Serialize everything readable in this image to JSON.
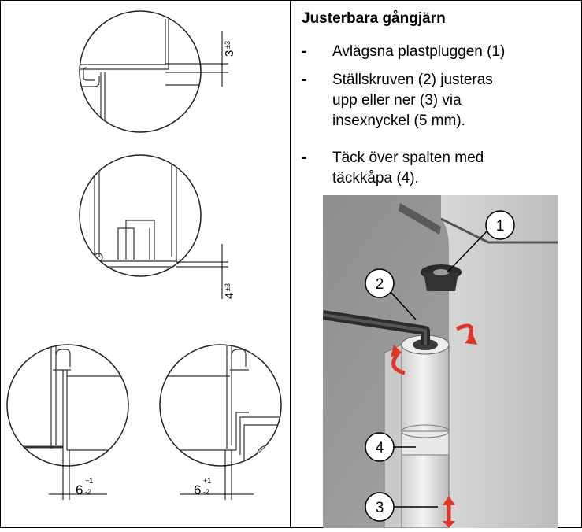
{
  "instructions": {
    "title": "Justerbara gångjärn",
    "bullets": [
      {
        "dash": "-",
        "lines": [
          "Avlägsna plastpluggen (1)"
        ]
      },
      {
        "dash": "-",
        "lines": [
          "Ställskruven (2) justeras",
          "upp eller ner (3) via",
          "insexnyckel (5 mm)."
        ]
      },
      {
        "dash": "-",
        "lines": [
          "Täck över spalten med",
          "täckkåpa (4)."
        ]
      }
    ]
  },
  "drawings": {
    "dim1": {
      "main": "3",
      "tol": "±3"
    },
    "dim2": {
      "main": "4",
      "tol": "±3"
    },
    "dim3": {
      "main": "6",
      "tol_up": "+1",
      "tol_down": "-2"
    },
    "dim4": {
      "main": "6",
      "tol_up": "+1",
      "tol_down": "-2"
    }
  },
  "callouts": [
    {
      "label": "1"
    },
    {
      "label": "2"
    },
    {
      "label": "3"
    },
    {
      "label": "4"
    }
  ],
  "colors": {
    "arrow": "#e0352b",
    "panel": "#9a9a9a",
    "hinge": "#e4e4e4"
  }
}
